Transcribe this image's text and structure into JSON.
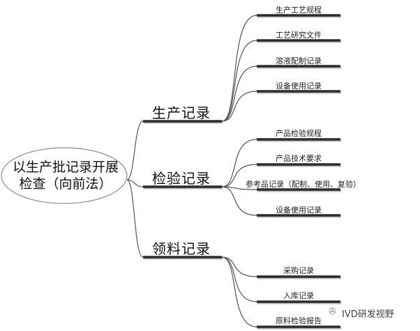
{
  "root": {
    "line1": "以生产批记录开展",
    "line2": "检查（向前法）"
  },
  "branches": [
    {
      "label": "生产记录",
      "leaves": [
        "生产工艺规程",
        "工艺研究文件",
        "溶液配制记录",
        "设备使用记录"
      ]
    },
    {
      "label": "检验记录",
      "leaves": [
        "产品检验规程",
        "产品技术要求",
        "参考品记录（配制、使用、复验）",
        "设备使用记录"
      ]
    },
    {
      "label": "领料记录",
      "leaves": [
        "采购记录",
        "入库记录",
        "原料检验报告"
      ]
    }
  ],
  "watermark": "IVD研发视野",
  "colors": {
    "line": "#2b2b2b",
    "connector": "#555555"
  }
}
